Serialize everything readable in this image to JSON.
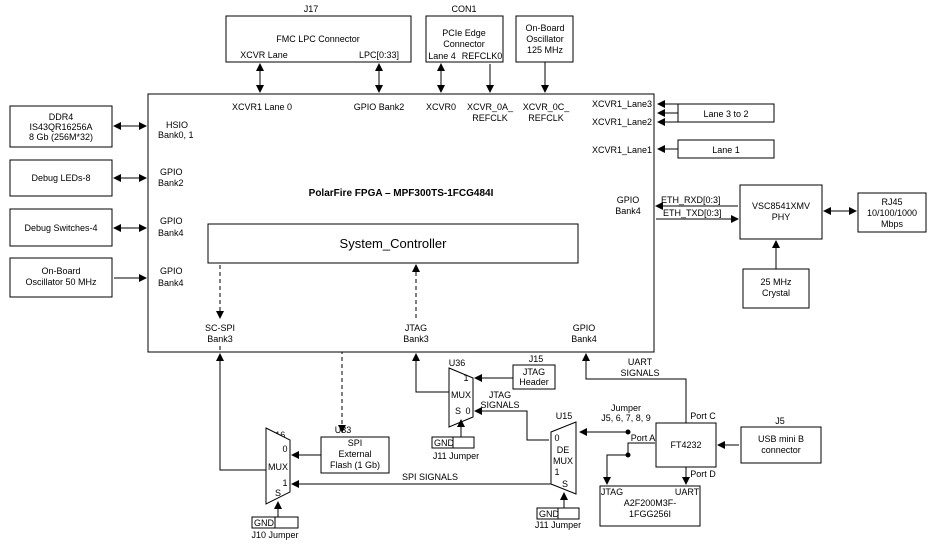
{
  "fpga": {
    "title": "PolarFire FPGA – MPF300TS-1FCG484I",
    "system_controller": "System_Controller",
    "hsio": [
      "HSIO",
      "Bank0, 1"
    ],
    "gpio_bank2_left": [
      "GPIO",
      "Bank2"
    ],
    "gpio_bank4_left_a": [
      "GPIO",
      "Bank4"
    ],
    "gpio_bank4_left_b": [
      "GPIO",
      "Bank4"
    ],
    "xcvr1_lane0": "XCVR1 Lane 0",
    "gpio_bank2_top": "GPIO Bank2",
    "xcvr0": "XCVR0",
    "xcvr_0a": [
      "XCVR_0A_",
      "REFCLK"
    ],
    "xcvr_0c": [
      "XCVR_0C_",
      "REFCLK"
    ],
    "xcvr1_lane3": "XCVR1_Lane3",
    "xcvr1_lane2": "XCVR1_Lane2",
    "xcvr1_lane1": "XCVR1_Lane1",
    "gpio_bank4_right": [
      "GPIO",
      "Bank4"
    ],
    "sc_spi": [
      "SC-SPI",
      "Bank3"
    ],
    "jtag_bank3": [
      "JTAG",
      "Bank3"
    ],
    "gpio_bank4_bottom": [
      "GPIO",
      "Bank4"
    ]
  },
  "j17": {
    "ref": "J17",
    "title": "FMC LPC Connector",
    "port_left": "XCVR Lane",
    "port_right": "LPC[0:33]"
  },
  "con1": {
    "ref": "CON1",
    "title": [
      "PCIe Edge",
      "Connector"
    ],
    "port_left": "Lane 4",
    "port_right": "REFCLK0"
  },
  "osc125": [
    "On-Board",
    "Oscillator",
    "125 MHz"
  ],
  "ddr4": [
    "DDR4",
    "IS43QR16256A",
    "8 Gb (256M*32)"
  ],
  "debug_leds": "Debug LEDs-8",
  "debug_switches": "Debug Switches-4",
  "osc50": [
    "On-Board",
    "Oscillator 50 MHz"
  ],
  "lane3to2": "Lane 3 to 2",
  "lane1": "Lane 1",
  "eth_rxd": "ETH_RXD[0:3]",
  "eth_txd": "ETH_TXD[0:3]",
  "phy": [
    "VSC8541XMV",
    "PHY"
  ],
  "rj45": [
    "RJ45",
    "10/100/1000",
    "Mbps"
  ],
  "crystal": [
    "25 MHz",
    "Crystal"
  ],
  "uart_signals": [
    "UART",
    "SIGNALS"
  ],
  "u36": {
    "ref": "U36",
    "mux": "MUX",
    "in1": "1",
    "in0": "0",
    "sel": "S"
  },
  "j15": {
    "ref": "J15",
    "label": [
      "JTAG",
      "Header"
    ]
  },
  "jtag_signals": [
    "JTAG",
    "SIGNALS"
  ],
  "gnd_u36": "GND",
  "j11_jumper_a": "J11 Jumper",
  "u15": {
    "ref": "U15",
    "in0": "0",
    "de": "DE",
    "mux": "MUX",
    "in1": "1",
    "sel": "S"
  },
  "jumper_note": [
    "Jumper",
    "J5, 6, 7, 8, 9"
  ],
  "ft4232": {
    "label": "FT4232",
    "port_a": "Port A",
    "port_c": "Port C",
    "port_d": "Port D",
    "uart": "UART"
  },
  "j5": {
    "ref": "J5",
    "label": [
      "USB mini B",
      "connector"
    ]
  },
  "a2f": {
    "jtag": "JTAG",
    "label": [
      "A2F200M3F-",
      "1FGG256I"
    ]
  },
  "j11_jumper_b": "J11 Jumper",
  "gnd_u15": "GND",
  "u33": {
    "ref": "U33",
    "label": [
      "SPI",
      "External",
      "Flash (1 Gb)"
    ]
  },
  "u16": {
    "ref": "U16",
    "in0": "0",
    "mux": "MUX",
    "in1": "1",
    "sel": "S"
  },
  "spi_signals": "SPI SIGNALS",
  "gnd_u16": "GND",
  "j10_jumper": "J10 Jumper"
}
